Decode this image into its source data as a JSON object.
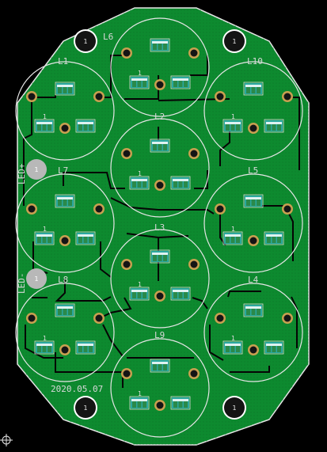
{
  "board": {
    "colors": {
      "background": "#000000",
      "board": "#0d8a2f",
      "board_dark": "#0a6e25",
      "outline": "#e6e6e6",
      "silk": "#dcdcdc",
      "trace": "#050505",
      "pad": "#f2c66a",
      "connector": "#2aa8a0",
      "pin": "#2a8a4a",
      "mount_pad": "#ffffff",
      "mount_hole": "#141414",
      "ring": "#c8a050",
      "grey_pad": "#b8b8b8"
    },
    "date_code": "2020.05.07",
    "led_plus_label": "LED+",
    "led_minus_label": "LED-",
    "mount_hole_label": "1",
    "test_pad_label": "1",
    "pad_one_label": "1",
    "lenses": [
      {
        "id": "L1",
        "label": "L1"
      },
      {
        "id": "L2",
        "label": "L2"
      },
      {
        "id": "L3",
        "label": "L3"
      },
      {
        "id": "L4",
        "label": "L4"
      },
      {
        "id": "L5",
        "label": "L5"
      },
      {
        "id": "L6",
        "label": "L6"
      },
      {
        "id": "L7",
        "label": "L7"
      },
      {
        "id": "L8",
        "label": "L8"
      },
      {
        "id": "L9",
        "label": "L9"
      },
      {
        "id": "L10",
        "label": "L10"
      }
    ]
  }
}
